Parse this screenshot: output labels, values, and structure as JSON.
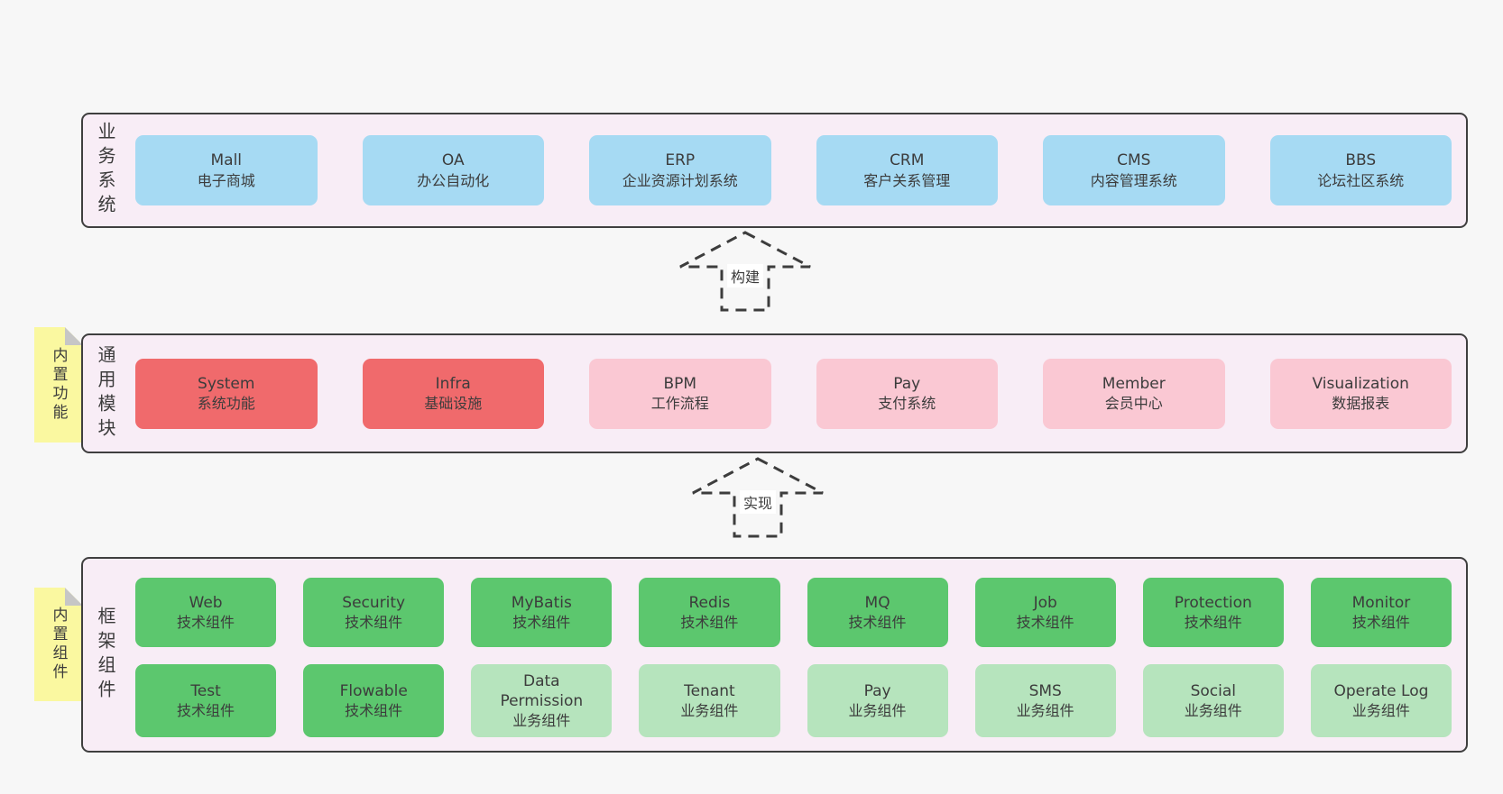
{
  "colors": {
    "page_bg": "#f7f7f7",
    "layer_bg": "#f8edf6",
    "layer_border": "#3f3f3f",
    "blue_box": "#a6daf3",
    "red_box": "#f06a6c",
    "pink_box": "#fac8d3",
    "green_box": "#5cc76e",
    "light_green_box": "#b6e4bd",
    "sticky_note": "#faf8a0",
    "note_fold": "#c6c6c6",
    "arrow_stroke": "#3d3d3d",
    "text": "#3c3c3c"
  },
  "arrows": [
    {
      "label": "构建"
    },
    {
      "label": "实现"
    }
  ],
  "layers": {
    "business": {
      "label": "业务系统",
      "boxes": [
        {
          "title": "Mall",
          "subtitle": "电子商城",
          "variant": "blue"
        },
        {
          "title": "OA",
          "subtitle": "办公自动化",
          "variant": "blue"
        },
        {
          "title": "ERP",
          "subtitle": "企业资源计划系统",
          "variant": "blue"
        },
        {
          "title": "CRM",
          "subtitle": "客户关系管理",
          "variant": "blue"
        },
        {
          "title": "CMS",
          "subtitle": "内容管理系统",
          "variant": "blue"
        },
        {
          "title": "BBS",
          "subtitle": "论坛社区系统",
          "variant": "blue"
        }
      ]
    },
    "modules": {
      "label": "通用模块",
      "note": "内置功能",
      "boxes": [
        {
          "title": "System",
          "subtitle": "系统功能",
          "variant": "red"
        },
        {
          "title": "Infra",
          "subtitle": "基础设施",
          "variant": "red"
        },
        {
          "title": "BPM",
          "subtitle": "工作流程",
          "variant": "pink"
        },
        {
          "title": "Pay",
          "subtitle": "支付系统",
          "variant": "pink"
        },
        {
          "title": "Member",
          "subtitle": "会员中心",
          "variant": "pink"
        },
        {
          "title": "Visualization",
          "subtitle": "数据报表",
          "variant": "pink"
        }
      ]
    },
    "components": {
      "label": "框架组件",
      "note": "内置组件",
      "row1": [
        {
          "title": "Web",
          "subtitle": "技术组件",
          "variant": "green"
        },
        {
          "title": "Security",
          "subtitle": "技术组件",
          "variant": "green"
        },
        {
          "title": "MyBatis",
          "subtitle": "技术组件",
          "variant": "green"
        },
        {
          "title": "Redis",
          "subtitle": "技术组件",
          "variant": "green"
        },
        {
          "title": "MQ",
          "subtitle": "技术组件",
          "variant": "green"
        },
        {
          "title": "Job",
          "subtitle": "技术组件",
          "variant": "green"
        },
        {
          "title": "Protection",
          "subtitle": "技术组件",
          "variant": "green"
        },
        {
          "title": "Monitor",
          "subtitle": "技术组件",
          "variant": "green"
        }
      ],
      "row2": [
        {
          "title": "Test",
          "subtitle": "技术组件",
          "variant": "green"
        },
        {
          "title": "Flowable",
          "subtitle": "技术组件",
          "variant": "green"
        },
        {
          "title": "Data\nPermission",
          "subtitle": "业务组件",
          "variant": "lightgreen"
        },
        {
          "title": "Tenant",
          "subtitle": "业务组件",
          "variant": "lightgreen"
        },
        {
          "title": "Pay",
          "subtitle": "业务组件",
          "variant": "lightgreen"
        },
        {
          "title": "SMS",
          "subtitle": "业务组件",
          "variant": "lightgreen"
        },
        {
          "title": "Social",
          "subtitle": "业务组件",
          "variant": "lightgreen"
        },
        {
          "title": "Operate Log",
          "subtitle": "业务组件",
          "variant": "lightgreen"
        }
      ]
    }
  }
}
